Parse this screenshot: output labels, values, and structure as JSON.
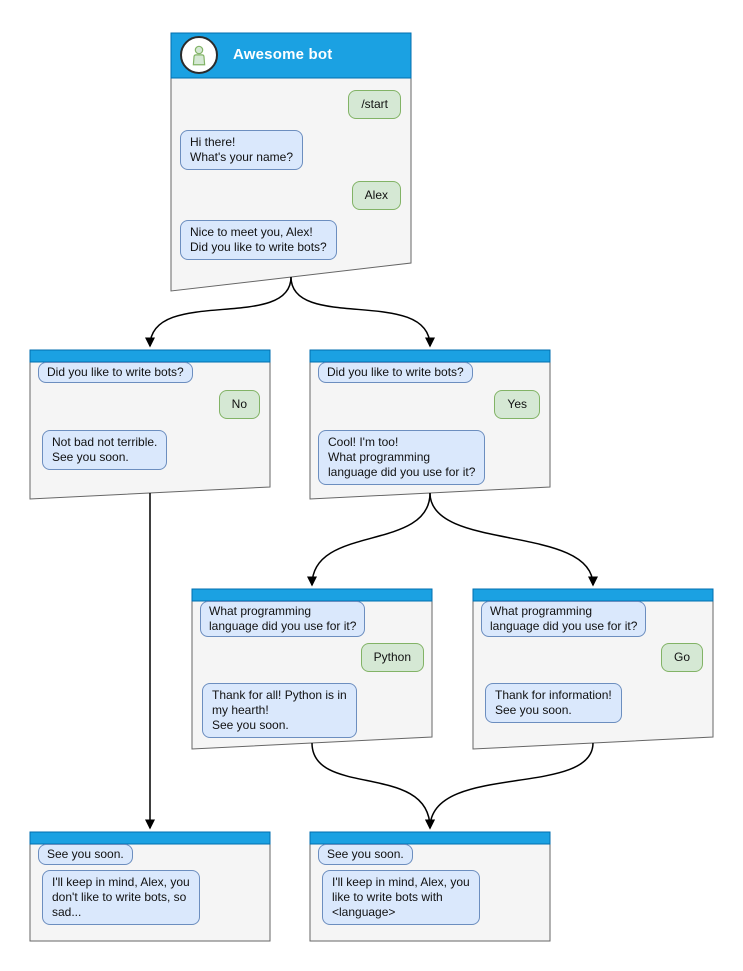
{
  "diagram": {
    "colors": {
      "header_fill": "#1BA1E2",
      "header_stroke": "#006EAF",
      "box_fill": "#F5F5F5",
      "box_stroke": "#666666",
      "bot_bubble_fill": "#DAE8FC",
      "bot_bubble_stroke": "#6C8EBF",
      "user_bubble_fill": "#D5E8D4",
      "user_bubble_stroke": "#82B366",
      "edge": "#000000"
    },
    "root": {
      "title": "Awesome bot",
      "messages": {
        "start": "/start",
        "greet": "Hi there!\nWhat's your name?",
        "name": "Alex",
        "ask_bots": "Nice to meet you, Alex!\nDid you like to write bots?"
      }
    },
    "branch_no": {
      "question": "Did you like to write bots?",
      "answer": "No",
      "reply": "Not bad not terrible.\nSee you soon."
    },
    "branch_yes": {
      "question": "Did you like to write bots?",
      "answer": "Yes",
      "reply": "Cool! I'm too!\nWhat programming\nlanguage did you use for it?"
    },
    "branch_python": {
      "question": "What programming\nlanguage did you use for it?",
      "answer": "Python",
      "reply": "Thank for all! Python is in\nmy hearth!\nSee you soon."
    },
    "branch_go": {
      "question": "What programming\nlanguage did you use for it?",
      "answer": "Go",
      "reply": "Thank for information!\nSee you soon."
    },
    "end_no": {
      "question": "See you soon.",
      "reply": "I'll keep in mind, Alex, you\ndon't like to write bots, so\nsad..."
    },
    "end_yes": {
      "question": "See you soon.",
      "reply": "I'll keep in mind, Alex, you\nlike to write bots with\n<language>"
    }
  }
}
